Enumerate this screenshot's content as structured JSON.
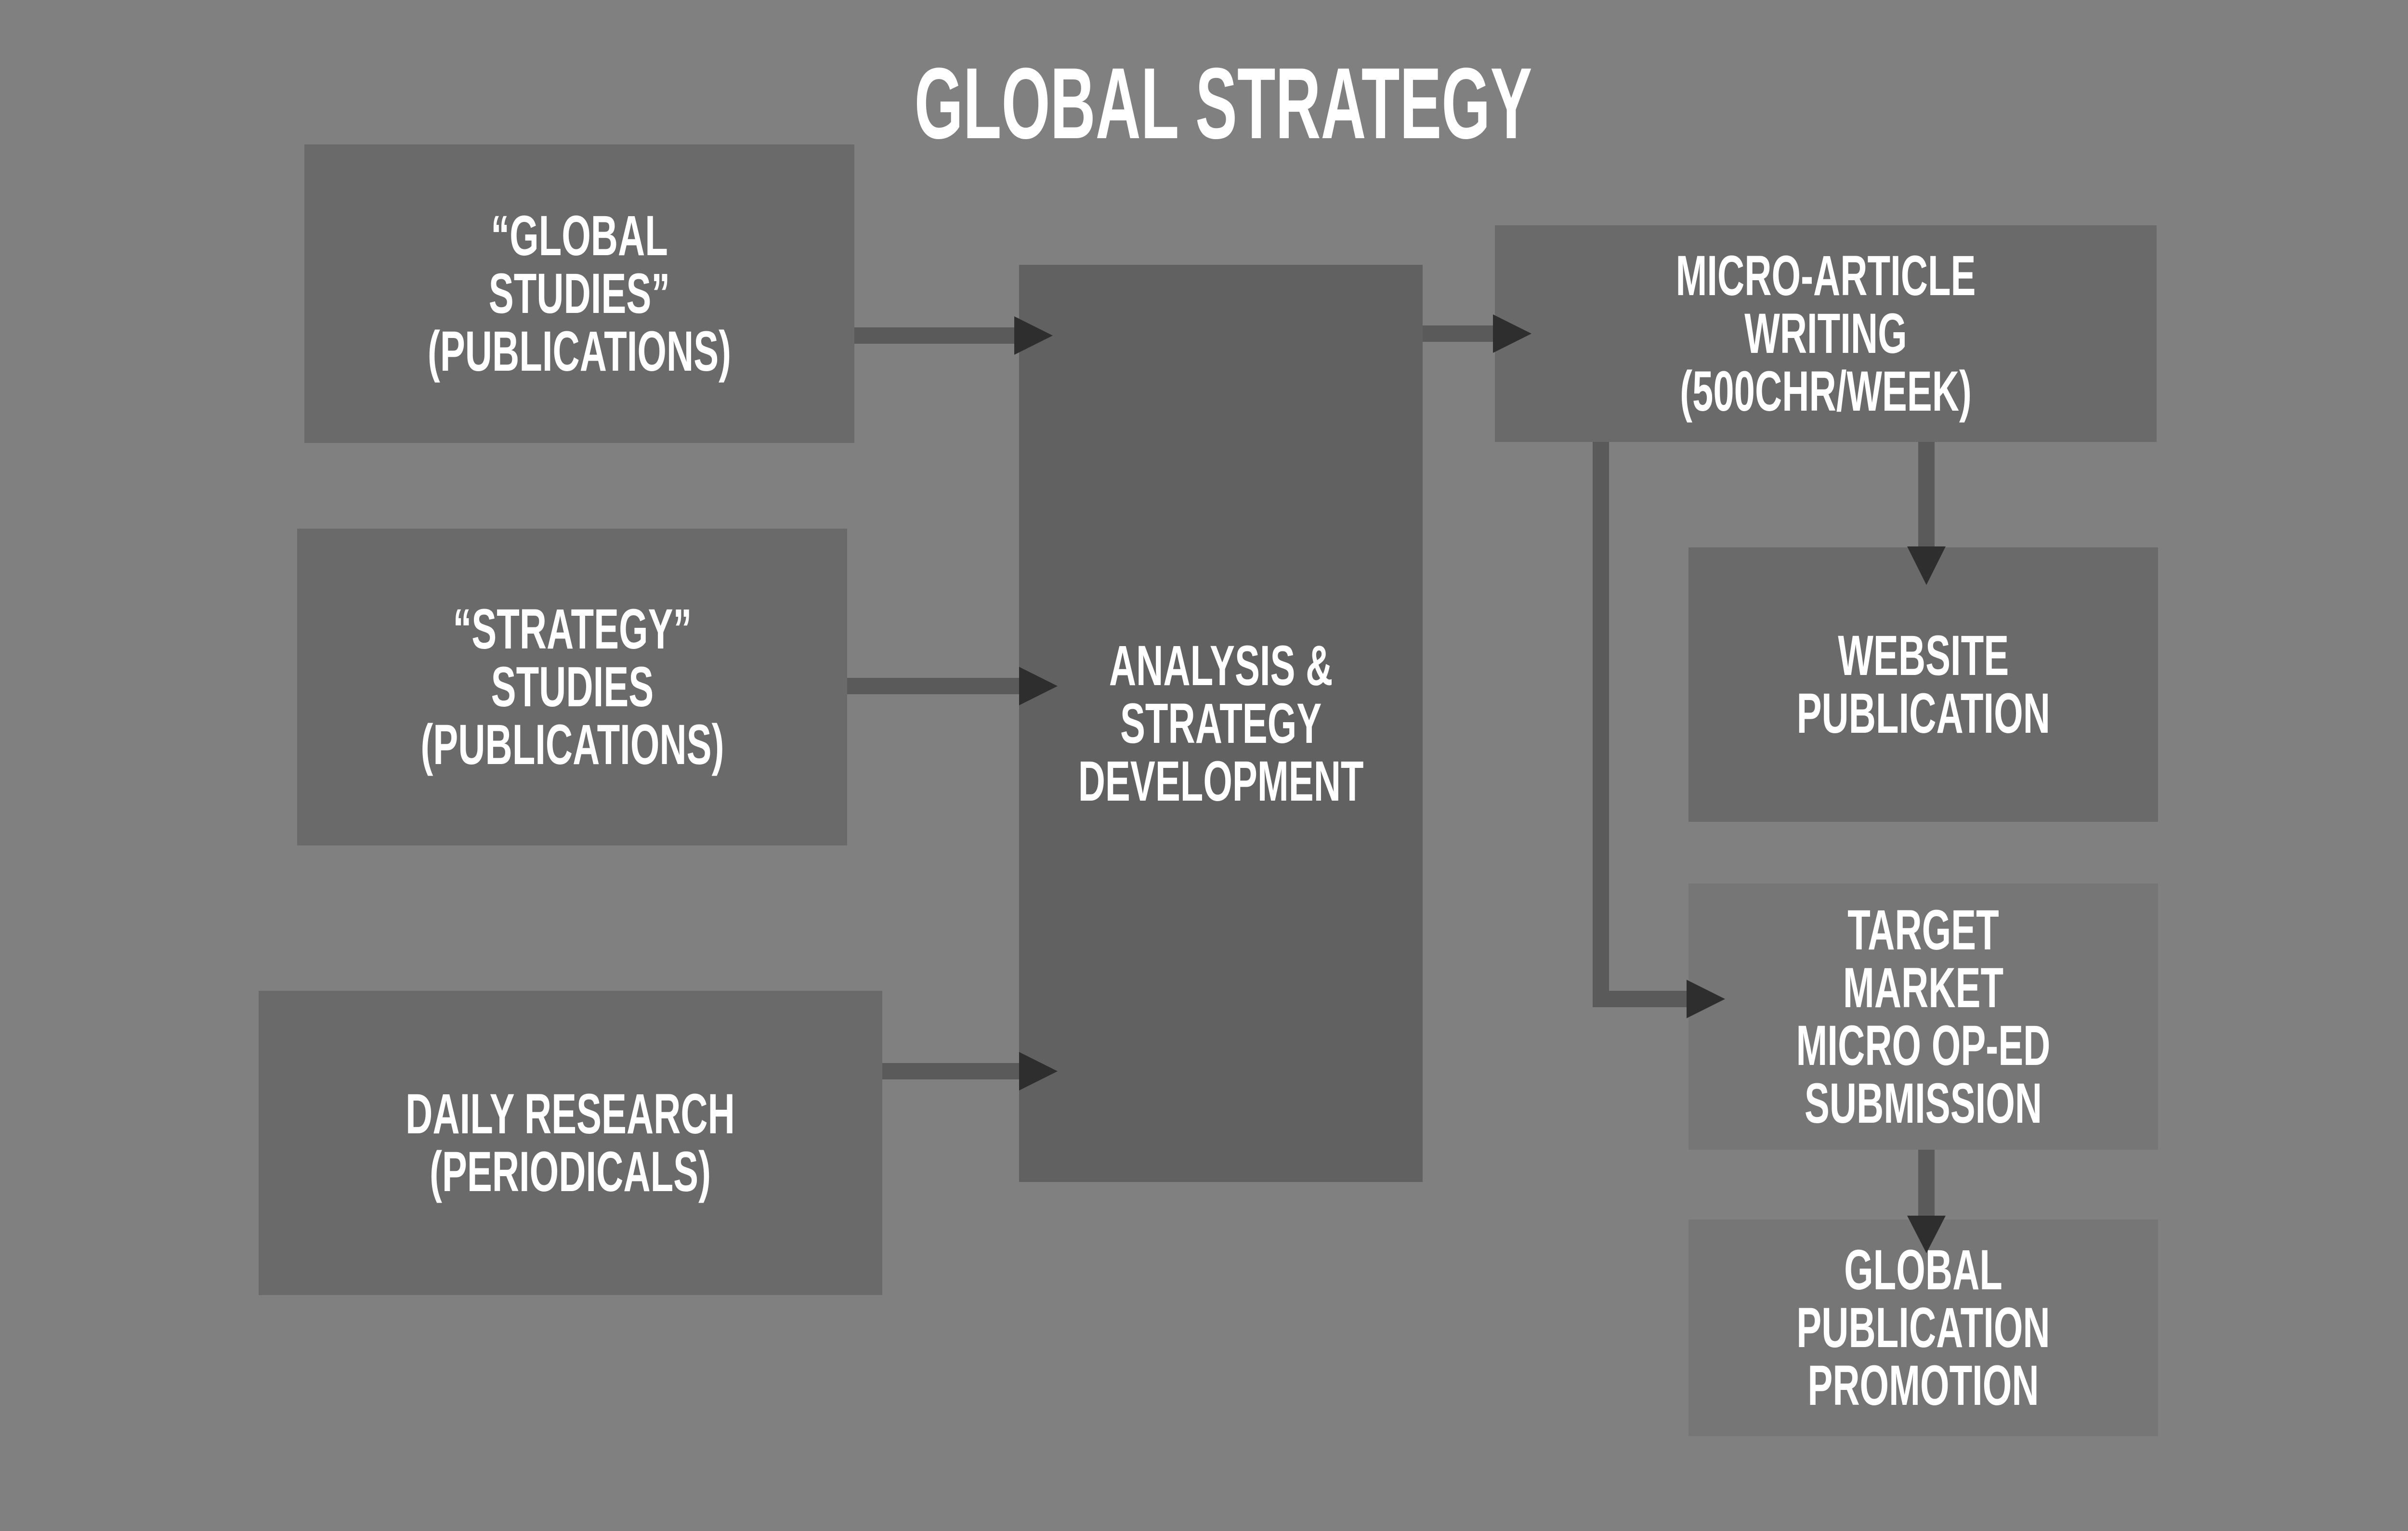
{
  "diagram": {
    "title": "GLOBAL STRATEGY",
    "colors": {
      "background": "#808080",
      "box_dark": "#6a6a6a",
      "box_center": "#616161",
      "box_light": "#767676",
      "connector_line": "#5a5a5a",
      "arrowhead": "#2e2e2e",
      "text": "#ffffff"
    },
    "nodes": {
      "global_studies": "“GLOBAL STUDIES”\n(PUBLICATIONS)",
      "strategy_studies": "“STRATEGY”\nSTUDIES\n(PUBLICATIONS)",
      "daily_research": "DAILY RESEARCH\n(PERIODICALS)",
      "analysis": "ANALYSIS &\nSTRATEGY\nDEVELOPMENT",
      "micro_article": "MICRO-ARTICLE WRITING\n(500CHR/WEEK)",
      "website": "WEBSITE\nPUBLICATION",
      "target_market": "TARGET MARKET\nMICRO OP-ED\nSUBMISSION",
      "global_promotion": "GLOBAL PUBLICATION\nPROMOTION"
    },
    "edges": [
      {
        "from": "global_studies",
        "to": "analysis"
      },
      {
        "from": "strategy_studies",
        "to": "analysis"
      },
      {
        "from": "daily_research",
        "to": "analysis"
      },
      {
        "from": "analysis",
        "to": "micro_article"
      },
      {
        "from": "micro_article",
        "to": "website"
      },
      {
        "from": "micro_article",
        "to": "target_market"
      },
      {
        "from": "target_market",
        "to": "global_promotion"
      }
    ]
  }
}
